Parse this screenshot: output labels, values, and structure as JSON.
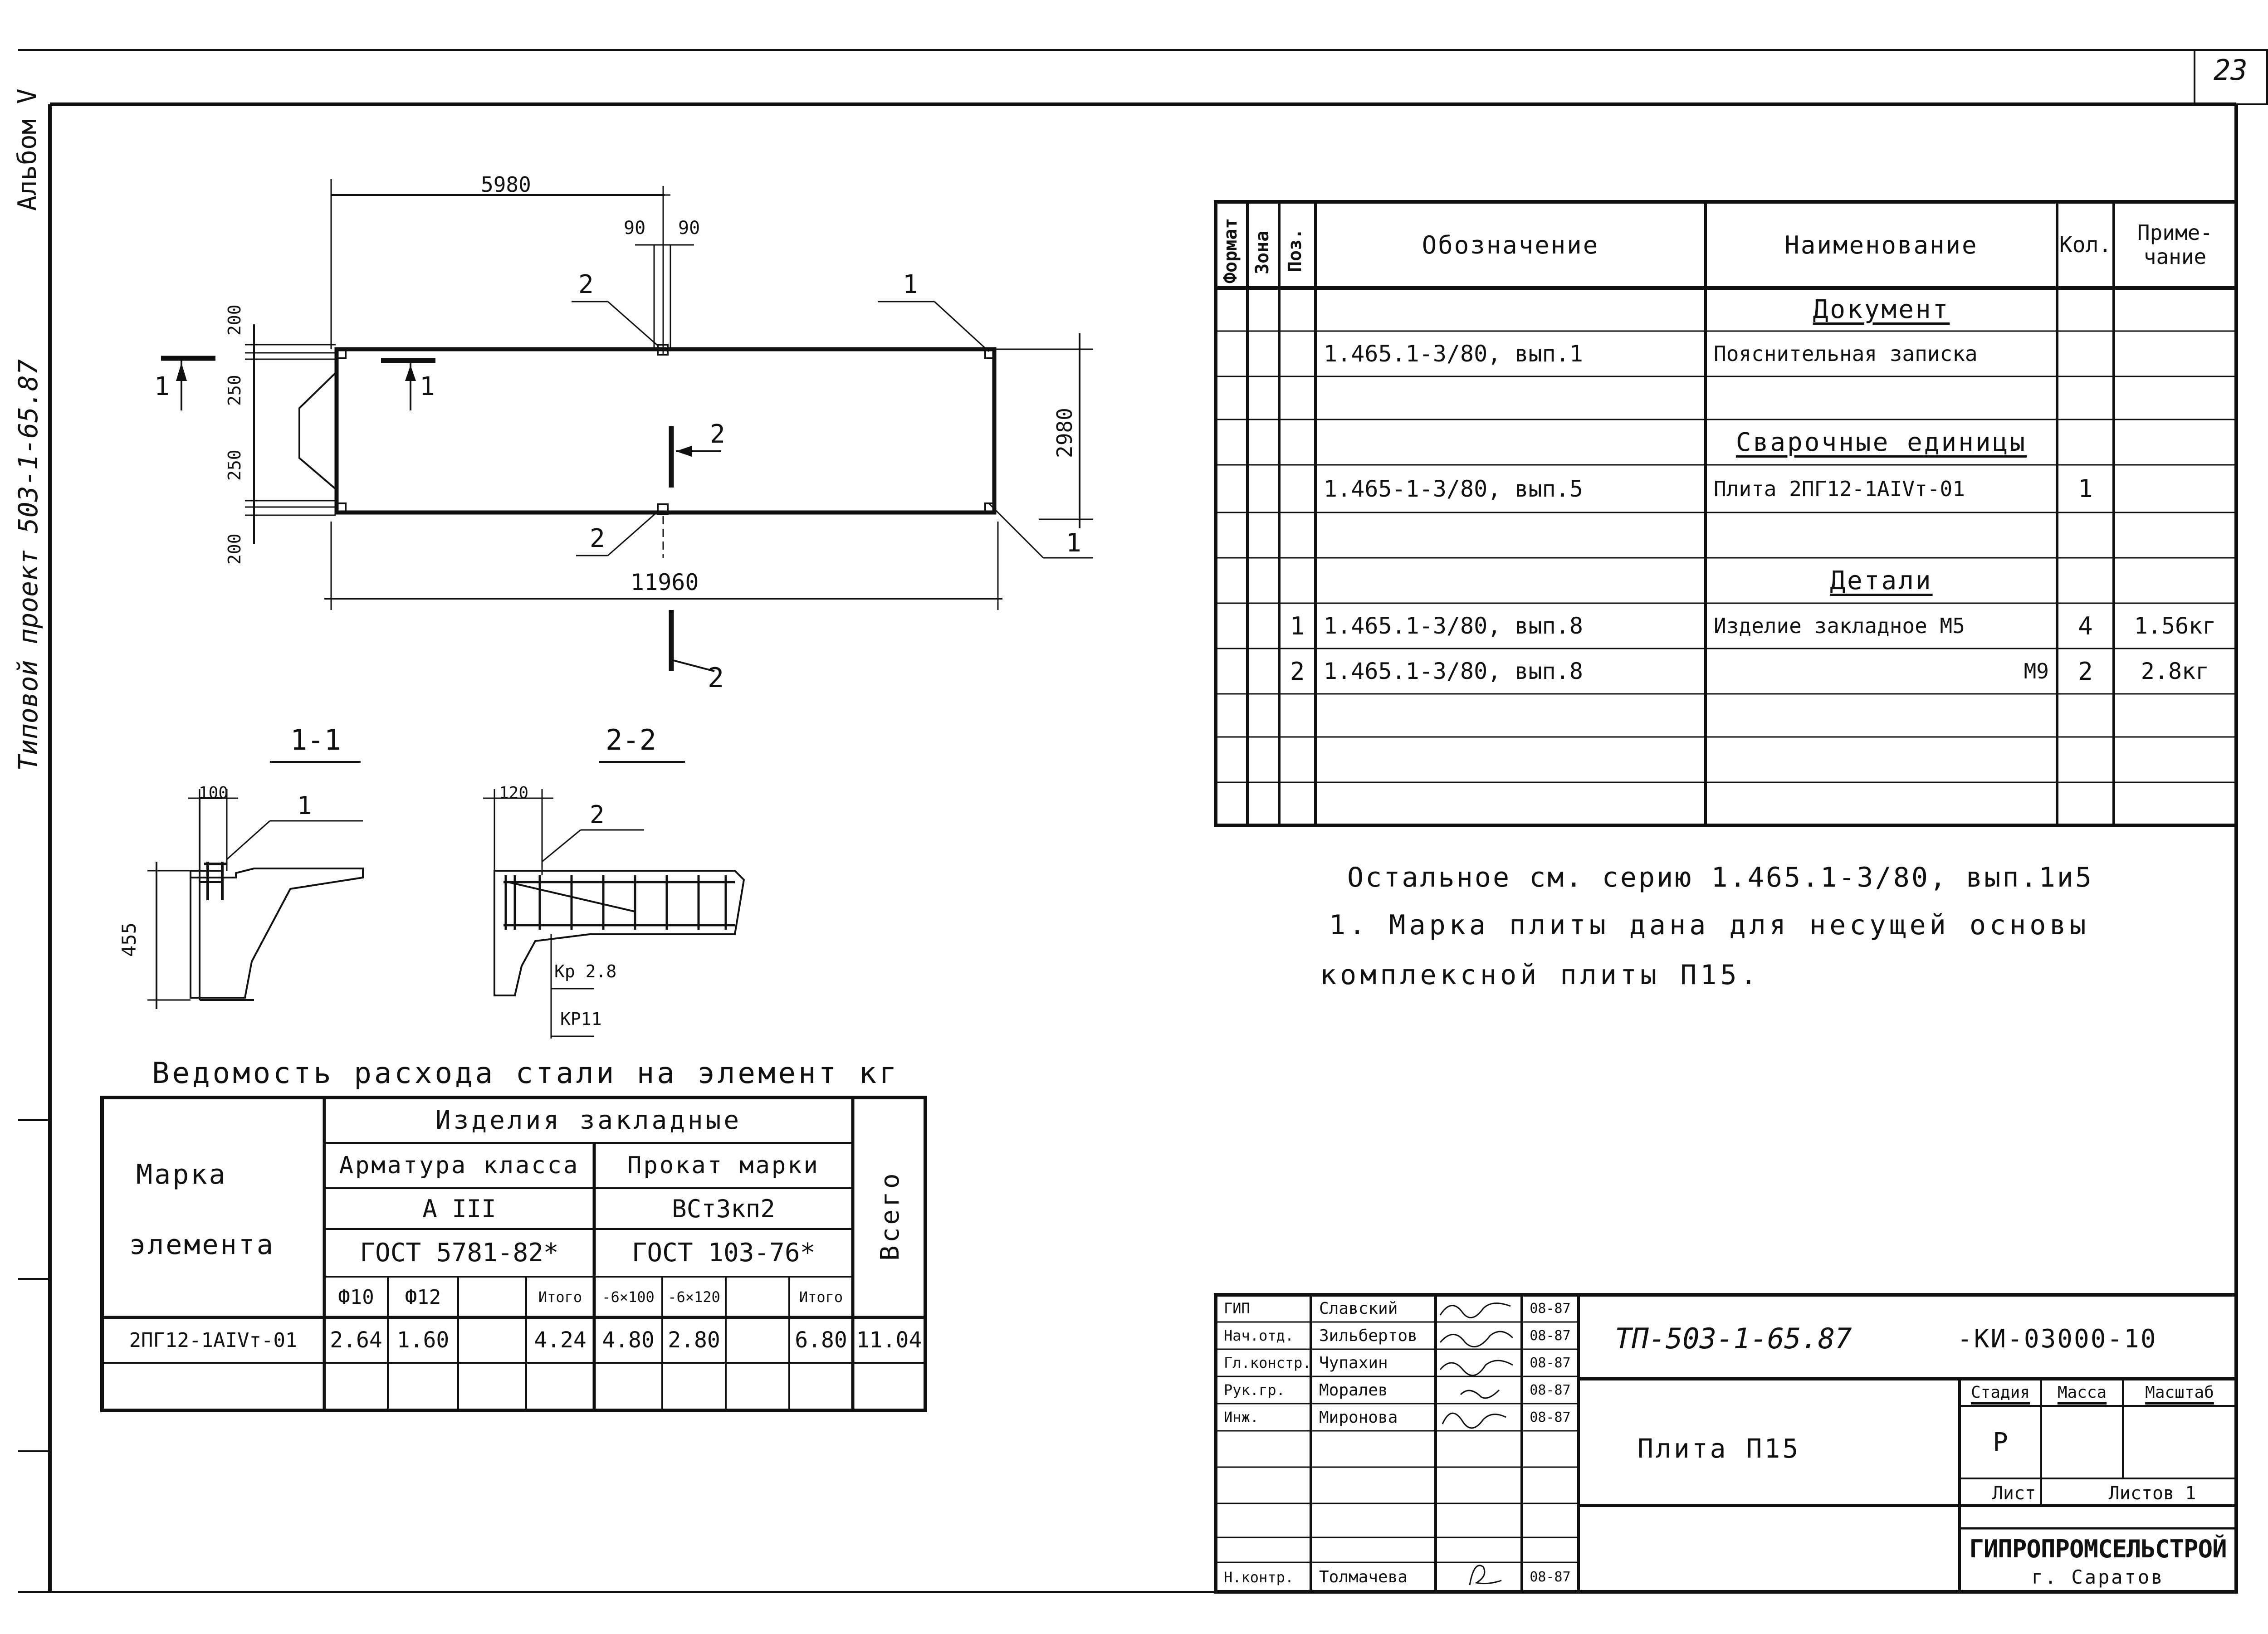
{
  "sheet": {
    "number": "23",
    "album_label": "Альбом V",
    "project_label": "Типовой проект 503-1-65.87"
  },
  "plan": {
    "dim_length": "5980",
    "dim_90_left": "90",
    "dim_90_right": "90",
    "dim_total": "11960",
    "dim_width": "2980",
    "dim_200_top": "200",
    "dim_250_top": "250",
    "dim_250_bottom": "250",
    "dim_200_bottom": "200",
    "callout_1_top": "1",
    "callout_1_bottom": "1",
    "callout_2_top": "2",
    "callout_2_bottom": "2",
    "section_1_left": "1",
    "section_1_right": "1",
    "section_2_top": "2",
    "section_2_bottom": "2"
  },
  "sections": {
    "s1_title": "1-1",
    "s2_title": "2-2",
    "s1_dim_width": "100",
    "s1_dim_height": "455",
    "s1_callout": "1",
    "s2_dim_width": "120",
    "s2_callout": "2",
    "s2_label_kp28": "Кр 2.8",
    "s2_label_kp11": "КР11"
  },
  "spec_table": {
    "headers": {
      "format": "Формат",
      "zone": "Зона",
      "pos": "Поз.",
      "designation": "Обозначение",
      "name": "Наименование",
      "qty": "Кол.",
      "note": "Приме-чание"
    },
    "rows": [
      {
        "pos": "",
        "designation": "",
        "name": "Документ",
        "qty": "",
        "note": "",
        "heading": true
      },
      {
        "pos": "",
        "designation": "1.465.1-3/80, вып.1",
        "name": "Пояснительная записка",
        "qty": "",
        "note": ""
      },
      {
        "pos": "",
        "designation": "",
        "name": "",
        "qty": "",
        "note": ""
      },
      {
        "pos": "",
        "designation": "",
        "name": "Сварочные единицы",
        "qty": "",
        "note": "",
        "heading": true
      },
      {
        "pos": "",
        "designation": "1.465-1-3/80, вып.5",
        "name": "Плита 2ПГ12-1АIVт-01",
        "qty": "1",
        "note": ""
      },
      {
        "pos": "",
        "designation": "",
        "name": "",
        "qty": "",
        "note": ""
      },
      {
        "pos": "",
        "designation": "",
        "name": "Детали",
        "qty": "",
        "note": "",
        "heading": true
      },
      {
        "pos": "1",
        "designation": "1.465.1-3/80, вып.8",
        "name": "Изделие закладное М5",
        "qty": "4",
        "note": "1.56кг"
      },
      {
        "pos": "2",
        "designation": "1.465.1-3/80, вып.8",
        "name": "М9",
        "qty": "2",
        "note": "2.8кг"
      },
      {
        "pos": "",
        "designation": "",
        "name": "",
        "qty": "",
        "note": ""
      },
      {
        "pos": "",
        "designation": "",
        "name": "",
        "qty": "",
        "note": ""
      },
      {
        "pos": "",
        "designation": "",
        "name": "",
        "qty": "",
        "note": ""
      }
    ]
  },
  "notes": {
    "line1": "Остальное см. серию 1.465.1-3/80, вып.1и5",
    "line2": "1. Марка плиты дана для несущей основы",
    "line3": "комплексной плиты П15."
  },
  "steel_table": {
    "title": "Ведомость расхода стали на элемент кг",
    "mark_header_1": "Марка",
    "mark_header_2": "элемента",
    "embedded": "Изделия закладные",
    "rebar_class": "Арматура класса",
    "rebar_grade": "A III",
    "rebar_gost": "ГОСТ 5781-82*",
    "rolled_grade_label": "Прокат марки",
    "rolled_grade": "ВСт3кп2",
    "rolled_gost": "ГОСТ 103-76*",
    "total_header": "Всего",
    "sub_headers": [
      "Ф10",
      "Ф12",
      "",
      "Итого",
      "-6×100",
      "-6×120",
      "",
      "Итого"
    ],
    "row": [
      "2ПГ12-1АIVт-01",
      "2.64",
      "1.60",
      "",
      "4.24",
      "4.80",
      "2.80",
      "",
      "6.80",
      "11.04"
    ]
  },
  "title_block": {
    "roles": [
      "ГИП",
      "Нач.отд.",
      "Гл.констр.",
      "Рук.гр.",
      "Инж.",
      "",
      "",
      "",
      "Н.контр."
    ],
    "names": [
      "Славский",
      "Зильбертов",
      "Чупахин",
      "Моралев",
      "Миронова",
      "",
      "",
      "",
      "Толмачева"
    ],
    "dates": [
      "08-87",
      "08-87",
      "08-87",
      "08-87",
      "08-87",
      "",
      "",
      "",
      "08-87"
    ],
    "code": "ТП-503-1-65.87",
    "code_suffix": "-КИ-03000-10",
    "product": "Плита П15",
    "stage_header": "Стадия",
    "mass_header": "Масса",
    "scale_header": "Масштаб",
    "stage_value": "Р",
    "sheet_label": "Лист",
    "sheets_label": "Листов 1",
    "org": "ГИПРОПРОМСЕЛЬСТРОЙ",
    "city": "г. Саратов"
  }
}
